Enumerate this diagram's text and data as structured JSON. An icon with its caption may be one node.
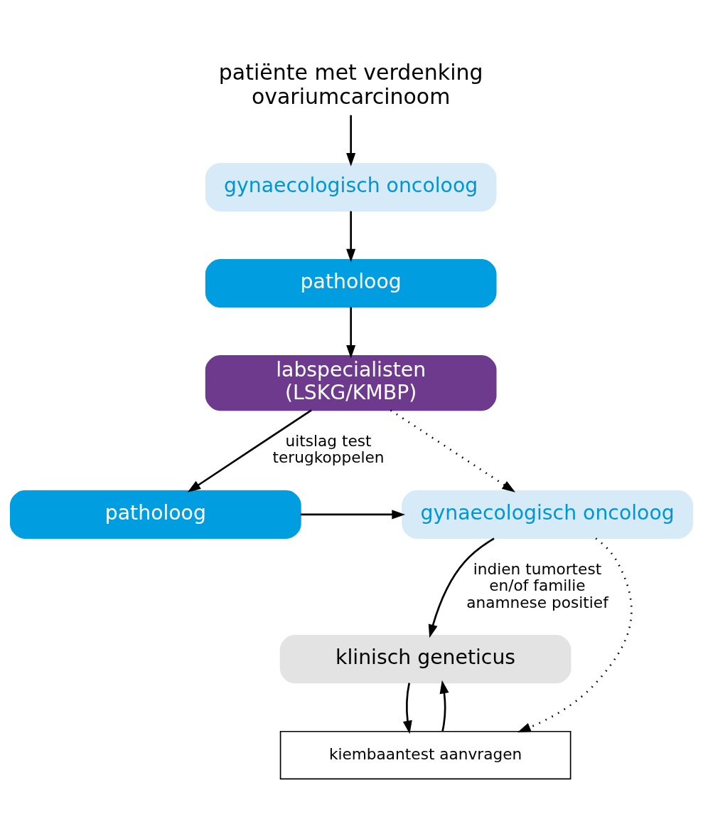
{
  "diagram": {
    "nodes": [
      {
        "text": [
          "patiënte met verdenking ovariumcarcinoom"
        ]
      },
      {
        "text": [
          "gynaecologisch oncoloog"
        ]
      },
      {
        "text": [
          "patholoog"
        ]
      },
      {
        "text": [
          "labspecialisten (LSKG/KMBP)"
        ]
      },
      {
        "text": [
          "patholoog"
        ]
      },
      {
        "text": [
          "gynaecologisch oncoloog"
        ]
      },
      {
        "text": [
          "klinisch geneticus"
        ]
      },
      {
        "text": [
          "kiembaantest aanvragen"
        ]
      }
    ],
    "edges": [
      {
        "from": 0,
        "to": 1,
        "arrow": "to"
      },
      {
        "from": 1,
        "to": 2,
        "arrow": "to"
      },
      {
        "from": 2,
        "to": 3,
        "arrow": "to"
      },
      {
        "from": 3,
        "to": 4,
        "arrow": "to",
        "label": "uitslag test terugkoppelen"
      },
      {
        "from": 3,
        "to": 5,
        "arrow": "to",
        "style": "dashed"
      },
      {
        "from": 4,
        "to": 5,
        "arrow": "to"
      },
      {
        "from": 5,
        "to": 6,
        "arrow": "to",
        "label": "indien tumortest en/of familie anamnese positief"
      },
      {
        "from": 6,
        "to": 7,
        "arrow": "to"
      },
      {
        "from": 7,
        "to": 6,
        "arrow": "to"
      },
      {
        "from": 5,
        "to": 7,
        "arrow": "to",
        "style": "dashed"
      }
    ]
  }
}
